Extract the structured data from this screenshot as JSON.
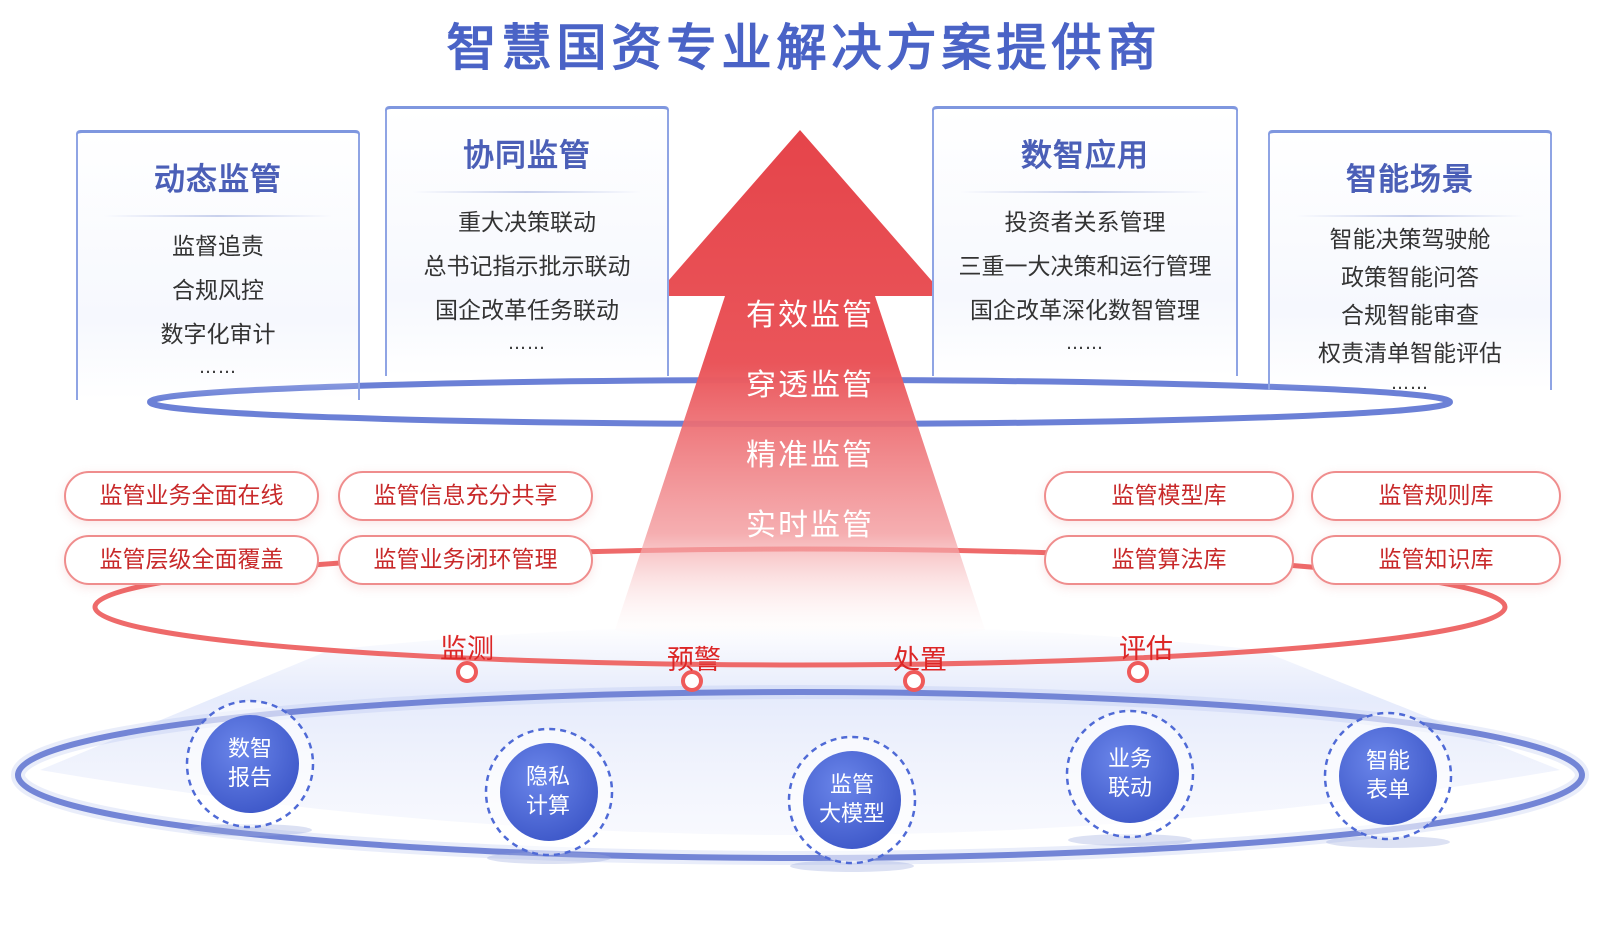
{
  "title": "智慧国资专业解决方案提供商",
  "colors": {
    "primary_blue": "#4a63c6",
    "accent_red": "#e0383e",
    "ring_blue": "#6a7fd3",
    "ring_red": "#ef6a6a"
  },
  "cards": [
    {
      "title": "动态监管",
      "items": [
        "监督追责",
        "合规风控",
        "数字化审计"
      ],
      "more": "……"
    },
    {
      "title": "协同监管",
      "items": [
        "重大决策联动",
        "总书记指示批示联动",
        "国企改革任务联动"
      ],
      "more": "……"
    },
    {
      "title": "数智应用",
      "items": [
        "投资者关系管理",
        "三重一大决策和运行管理",
        "国企改革深化数智管理"
      ],
      "more": "……"
    },
    {
      "title": "智能场景",
      "items": [
        "智能决策驾驶舱",
        "政策智能问答",
        "合规智能审查",
        "权责清单智能评估"
      ],
      "more": "……"
    }
  ],
  "arrow_items": [
    "有效监管",
    "穿透监管",
    "精准监管",
    "实时监管"
  ],
  "pills": [
    "监管业务全面在线",
    "监管信息充分共享",
    "监管层级全面覆盖",
    "监管业务闭环管理",
    "监管模型库",
    "监管规则库",
    "监管算法库",
    "监管知识库"
  ],
  "stages": [
    "监测",
    "预警",
    "处置",
    "评估"
  ],
  "nodes": [
    {
      "line1": "数智",
      "line2": "报告"
    },
    {
      "line1": "隐私",
      "line2": "计算"
    },
    {
      "line1": "监管",
      "line2": "大模型"
    },
    {
      "line1": "业务",
      "line2": "联动"
    },
    {
      "line1": "智能",
      "line2": "表单"
    }
  ]
}
